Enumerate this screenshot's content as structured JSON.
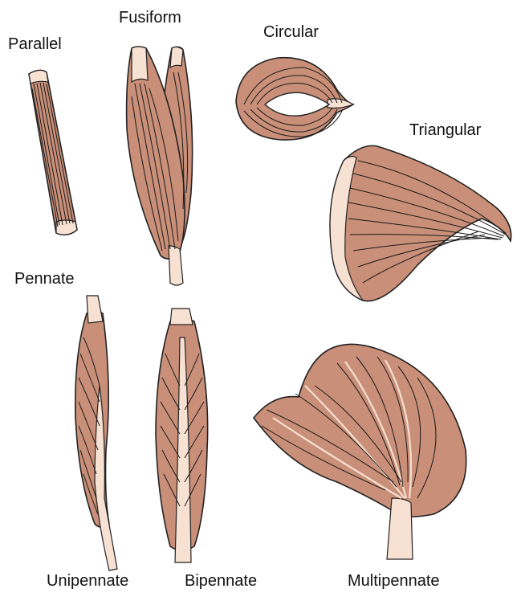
{
  "labels": {
    "parallel": "Parallel",
    "fusiform": "Fusiform",
    "circular": "Circular",
    "triangular": "Triangular",
    "pennate": "Pennate",
    "unipennate": "Unipennate",
    "bipennate": "Bipennate",
    "multipennate": "Multipennate"
  },
  "colors": {
    "muscle": "#c98f78",
    "tendon": "#f7e1d3",
    "fiber": "#1a1a1a",
    "outline": "#222222",
    "label": "#111111"
  }
}
